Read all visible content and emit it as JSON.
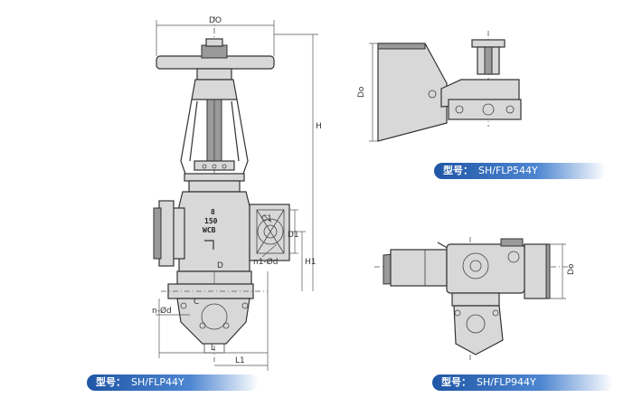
{
  "main_view": {
    "caption": {
      "prefix": "型号：",
      "model": "SH/FLP44Y"
    },
    "dimensions": {
      "D0": "DO",
      "H": "H",
      "H1": "H1",
      "D": "D",
      "D1": "D1",
      "C": "C",
      "C1": "C1",
      "n1d": "n1-Ød",
      "nd": "n-Ød",
      "L": "L",
      "L1": "L1"
    },
    "body_marking": {
      "line1": "8",
      "line2": "150",
      "line3": "WCB"
    }
  },
  "top_right_view": {
    "caption": {
      "prefix": "型号：",
      "model": "SH/FLP544Y"
    },
    "dimensions": {
      "D0": "Do"
    }
  },
  "bottom_right_view": {
    "caption": {
      "prefix": "型号：",
      "model": "SH/FLP944Y"
    },
    "dimensions": {
      "D0": "Do"
    }
  }
}
